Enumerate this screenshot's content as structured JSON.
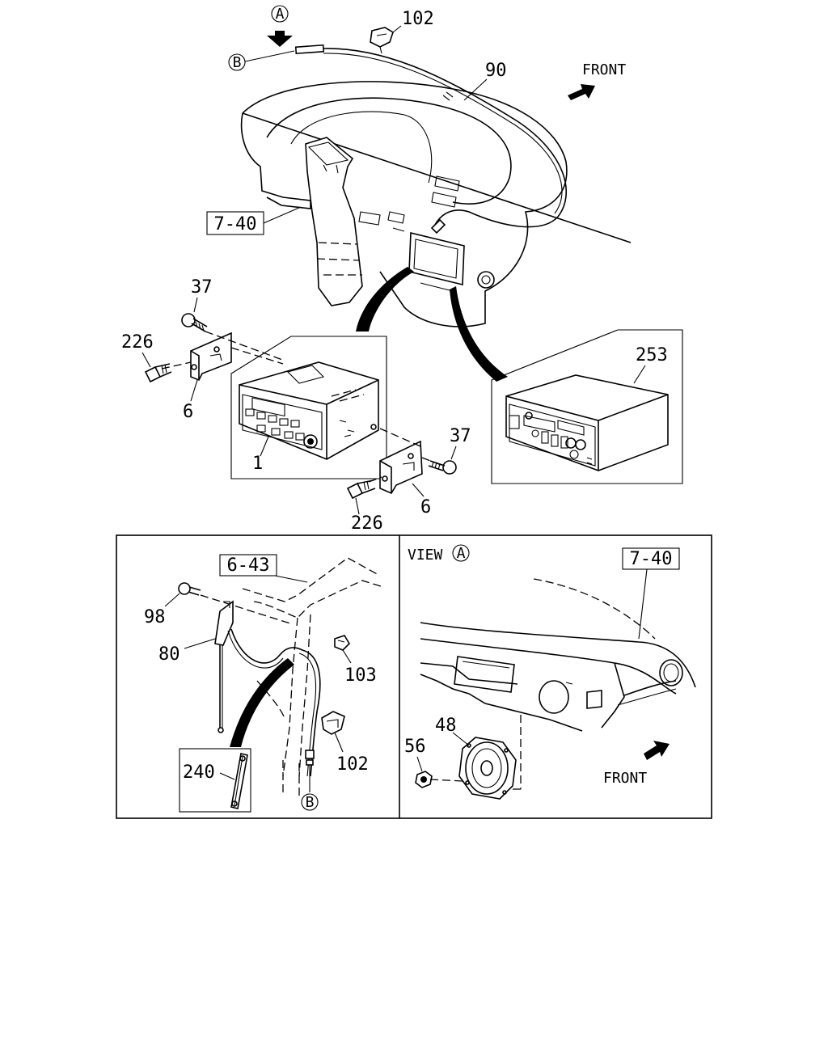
{
  "callouts": {
    "view_a_marker": "A",
    "p102_top": "102",
    "b_top": "B",
    "p90": "90",
    "front_top": "FRONT",
    "ref_7_40_top": "7-40",
    "p37_left": "37",
    "p226_left": "226",
    "p6_left": "6",
    "p1": "1",
    "p253": "253",
    "p37_right": "37",
    "p6_right": "6",
    "p226_bottom": "226",
    "ref_6_43": "6-43",
    "p98": "98",
    "p80": "80",
    "p103": "103",
    "p102_lower": "102",
    "p240": "240",
    "b_lower": "B",
    "view_label": "VIEW",
    "view_circle": "A",
    "ref_7_40_view": "7-40",
    "p48": "48",
    "p56": "56",
    "front_view": "FRONT"
  }
}
